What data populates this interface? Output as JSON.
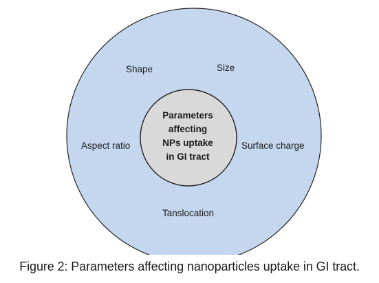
{
  "diagram": {
    "center_lines": [
      "Parameters",
      "affecting",
      "NPs uptake",
      "in GI tract"
    ],
    "parameters": {
      "shape": "Shape",
      "size": "Size",
      "aspect_ratio": "Aspect ratio",
      "surface_charge": "Surface charge",
      "translocation": "Tanslocation"
    },
    "colors": {
      "outer_fill": "#c5d7ee",
      "inner_fill": "#d9d9d9",
      "outline": "#222222",
      "text": "#1a1a1a"
    }
  },
  "caption": "Figure 2: Parameters affecting nanoparticles uptake in GI tract."
}
